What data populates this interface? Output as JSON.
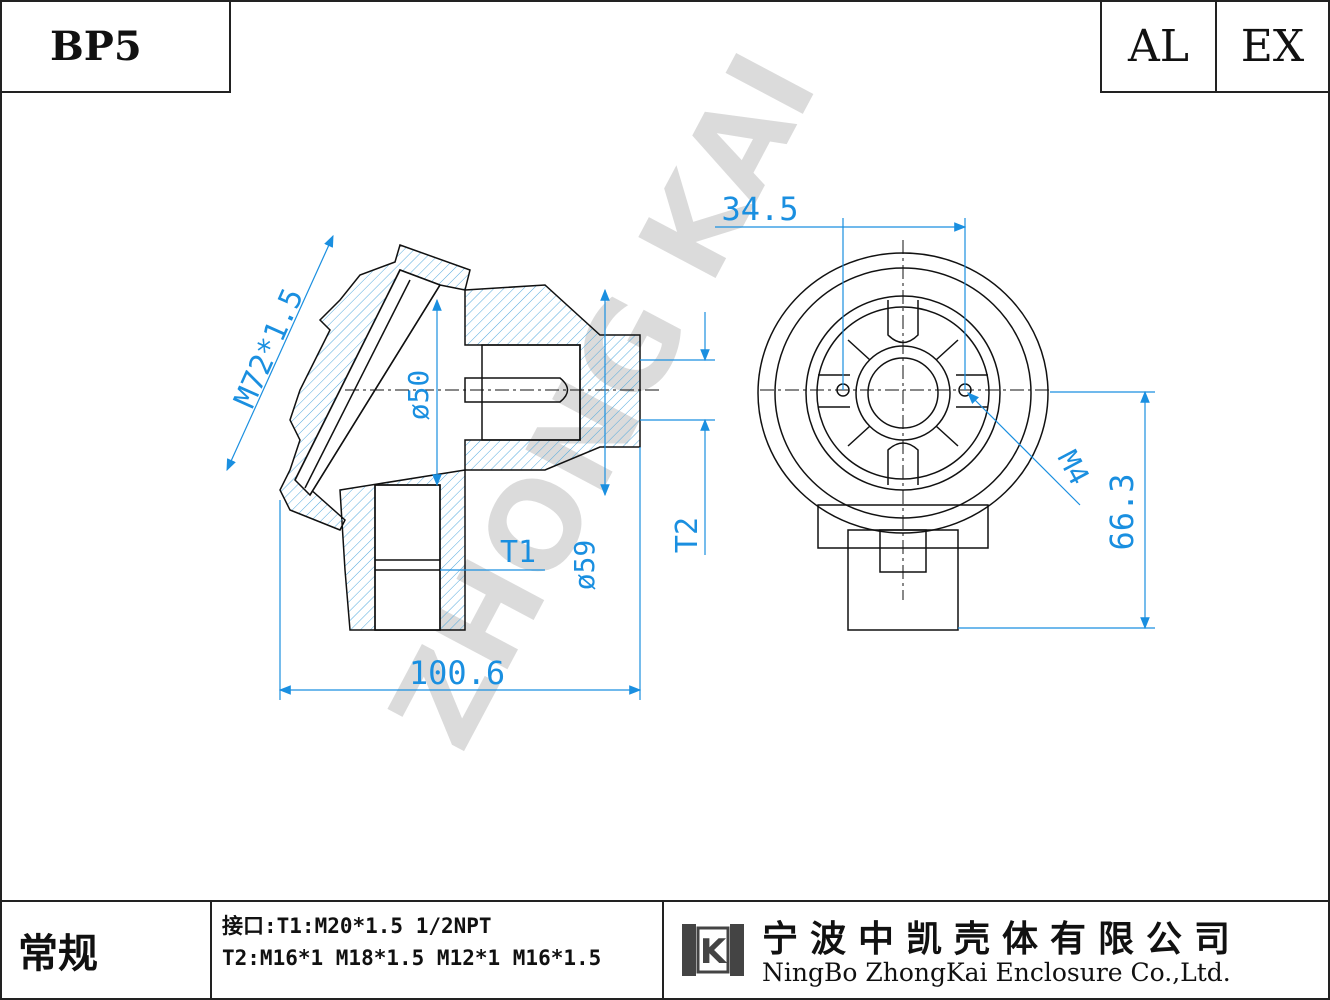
{
  "header": {
    "model": "BP5",
    "material": "AL",
    "rating": "EX"
  },
  "watermark": "ZHONG KAI",
  "dimensions": {
    "thread_cover": "M72*1.5",
    "cover_dia": "ø50",
    "body_dia": "ø59",
    "t1": "T1",
    "t2": "T2",
    "overall_length": "100.6",
    "hole_spacing": "34.5",
    "mount_screw": "M4",
    "height": "66.3"
  },
  "footer": {
    "standard": "常规",
    "interface_line1": "接口:T1:M20*1.5  1/2NPT",
    "interface_line2": "T2:M16*1 M18*1.5 M12*1 M16*1.5",
    "company_cn": "宁波中凯壳体有限公司",
    "company_en": "NingBo ZhongKai Enclosure Co.,Ltd."
  },
  "colors": {
    "dimension": "#1a8fe0",
    "line": "#111111",
    "hatch": "#55aadd"
  }
}
